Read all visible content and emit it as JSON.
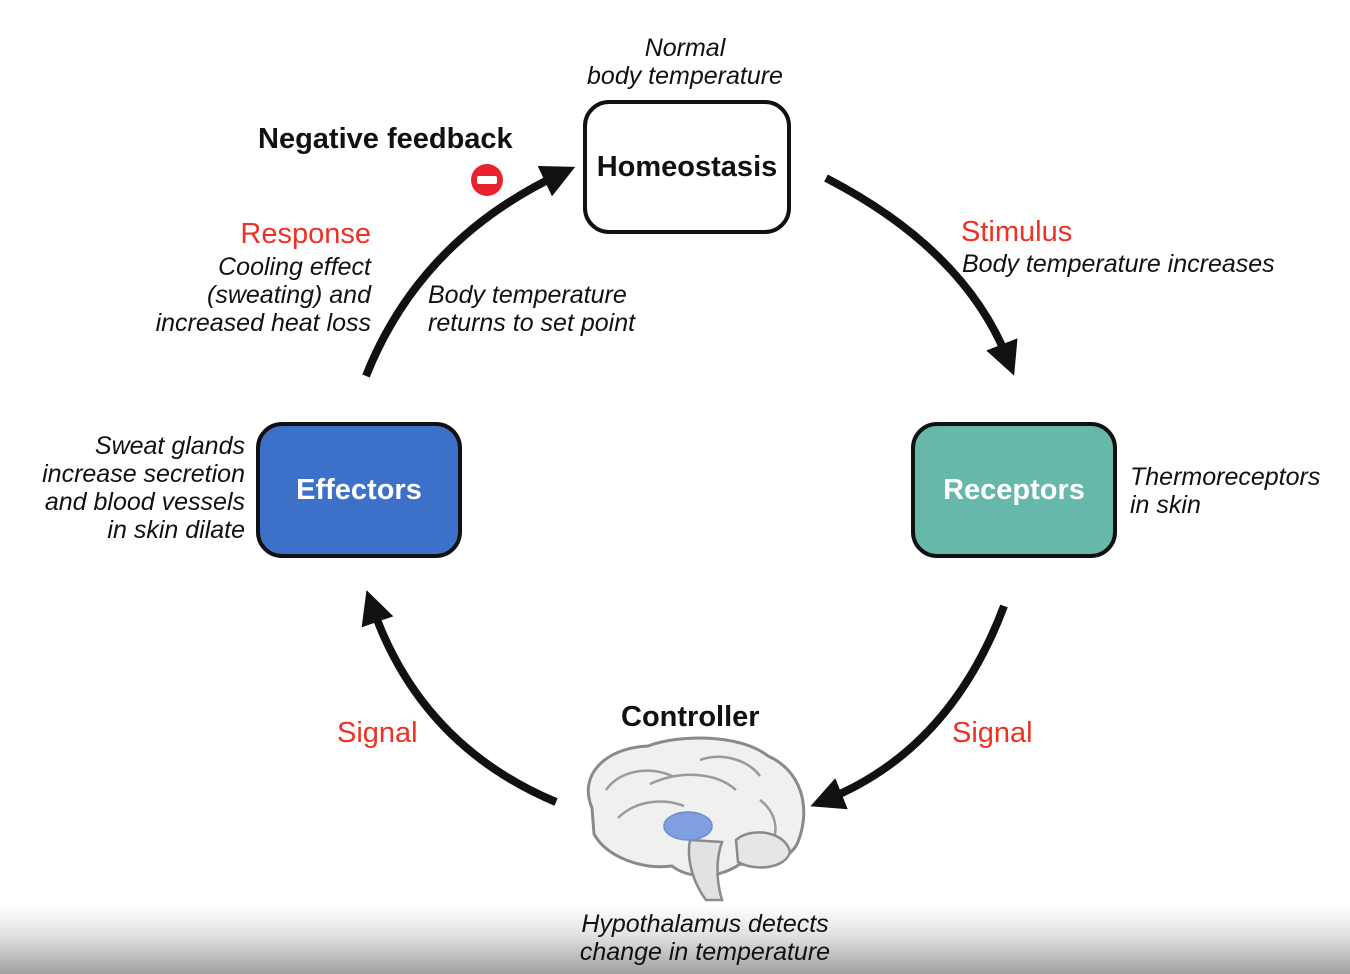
{
  "diagram": {
    "nodes": {
      "homeostasis": "Homeostasis",
      "effectors": "Effectors",
      "receptors": "Receptors",
      "controller": "Controller"
    },
    "labels": {
      "normal_line1": "Normal",
      "normal_line2": "body temperature",
      "negative_feedback": "Negative feedback",
      "stimulus": "Stimulus",
      "stimulus_desc": "Body temperature increases",
      "response": "Response",
      "response_line1": "Cooling effect",
      "response_line2": "(sweating) and",
      "response_line3": "increased heat loss",
      "return_line1": "Body temperature",
      "return_line2": "returns to set point",
      "effectors_line1": "Sweat glands",
      "effectors_line2": "increase secretion",
      "effectors_line3": "and blood vessels",
      "effectors_line4": "in skin dilate",
      "receptors_line1": "Thermoreceptors",
      "receptors_line2": "in skin",
      "signal_left": "Signal",
      "signal_right": "Signal",
      "hypo_line1": "Hypothalamus detects",
      "hypo_line2": "change in temperature"
    },
    "colors": {
      "effectors": "#3d70c8",
      "receptors": "#66b8aa",
      "accent_red": "#ee3124",
      "hypothalamus": "#7f9fe0",
      "arrow": "#111111"
    },
    "icons": {
      "negative": "minus-circle-icon",
      "controller": "brain-icon"
    }
  }
}
